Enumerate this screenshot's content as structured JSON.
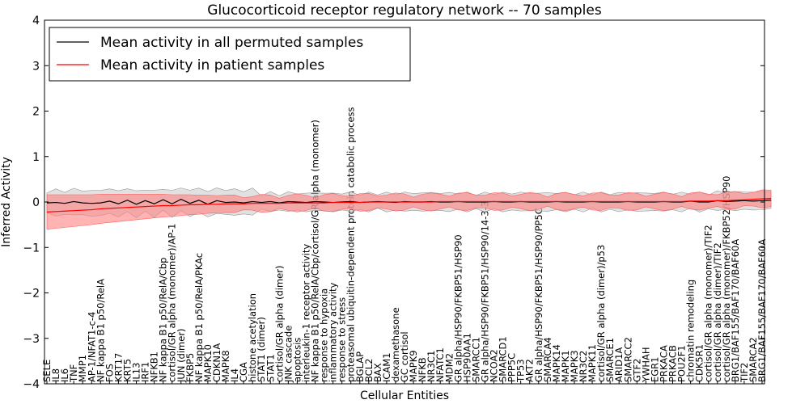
{
  "chart_data": {
    "type": "line",
    "title": "Glucocorticoid receptor regulatory network -- 70 samples",
    "xlabel": "Cellular Entities",
    "ylabel": "Inferred Activity",
    "ylim": [
      -4,
      4
    ],
    "yticks": [
      -4,
      -3,
      -2,
      -1,
      0,
      1,
      2,
      3,
      4
    ],
    "grid": false,
    "legend_position": "top-left",
    "colors": {
      "permuted": "#000000",
      "patient": "#ff0000",
      "permuted_band": "#c8c8c8",
      "patient_band": "#ff8080"
    },
    "categories": [
      "SELE",
      "IL8",
      "IL6",
      "TNF",
      "MMP1",
      "AP-1/NFAT1-c-4",
      "NF kappa B1 p50/RelA",
      "FOS",
      "KRT17",
      "KRT5",
      "IL13",
      "IRF1",
      "NFKB1",
      "NF kappa B1 p50/RelA/Cbp",
      "cortisol/GR alpha (monomer)/AP-1",
      "JUN (dimer)",
      "FKBP5",
      "NF kappa B1 p50/RelA/PKAc",
      "MAPK10",
      "CDKN1A",
      "MAPK8",
      "IL4",
      "CGA",
      "histone acetylation",
      "STAT1 (dimer)",
      "STAT1",
      "cortisol/GR alpha (dimer)",
      "JNK cascade",
      "apoptosis",
      "interleukin-1 receptor activity",
      "NF kappa B1 p50/RelA/Cbp/cortisol/GR alpha (monomer)",
      "response to hypoxia",
      "inflammatory activity",
      "response to stress",
      "proteasomal ubiquitin-dependent protein catabolic process",
      "BGLAP",
      "BCL2",
      "BAX",
      "ICAM1",
      "dexamethasone",
      "GC cortisol",
      "MAPK9",
      "NFKB",
      "NR3C1",
      "NFATC1",
      "MDM2",
      "GR alpha/HSP90/FKBP51/HSP90",
      "HSP90AA1",
      "SMARCC1",
      "GR alpha/HSP90/FKBP51/HSP90/14-3-3",
      "NCOA2",
      "SMARCD1",
      "PPP5C",
      "TP53",
      "AKT2",
      "GR alpha/HSP90/FKBP51/HSP90/PP5C",
      "SMARCA4",
      "MAPK14",
      "MAPK1",
      "MAPK3",
      "NR3C2",
      "MAPK11",
      "cortisol/GR alpha (dimer)/p53",
      "SMARCE1",
      "ARID1A",
      "SMARCC2",
      "GTF2",
      "YWHAH",
      "EGR1",
      "PRKACA",
      "PRKACB",
      "POU2F1",
      "chromatin remodeling",
      "CDK5R1",
      "cortisol/GR alpha (monomer)/TIF2",
      "cortisol/GR alpha (dimer)/TIF2",
      "cortisol/GR alpha (monomer)/FKBP52/HSP90",
      "BRG1/BAF155/BAF170/BAF60A",
      "TIF2",
      "SMARCA2",
      "BRG1/BAF155/BAF170/BAF60A"
    ],
    "series": [
      {
        "name": "Mean activity in all permuted samples",
        "values": [
          -0.02,
          -0.01,
          -0.03,
          0.01,
          -0.02,
          -0.03,
          -0.02,
          0.02,
          -0.04,
          0.04,
          -0.05,
          0.03,
          -0.04,
          0.05,
          -0.04,
          0.06,
          -0.03,
          0.04,
          -0.05,
          0.03,
          -0.01,
          0.0,
          -0.02,
          0.01,
          -0.01,
          0.01,
          -0.02,
          0.01,
          0.0,
          -0.01,
          0.01,
          0.0,
          -0.01,
          0.0,
          0.01,
          -0.01,
          0.0,
          0.01,
          0.0,
          -0.01,
          0.01,
          0.0,
          0.0,
          0.01,
          0.0,
          0.0,
          0.01,
          0.0,
          0.0,
          0.0,
          0.01,
          0.0,
          0.0,
          0.01,
          0.0,
          0.0,
          0.0,
          0.01,
          0.0,
          0.0,
          0.0,
          0.01,
          0.0,
          0.0,
          0.0,
          0.01,
          0.0,
          0.0,
          0.0,
          0.01,
          0.0,
          0.0,
          0.02,
          0.0,
          0.0,
          0.03,
          0.01,
          0.02,
          0.03,
          0.02,
          0.03,
          0.04
        ]
      },
      {
        "name": "Mean activity in patient samples",
        "values": [
          -0.22,
          -0.21,
          -0.2,
          -0.19,
          -0.18,
          -0.17,
          -0.15,
          -0.14,
          -0.13,
          -0.12,
          -0.11,
          -0.1,
          -0.09,
          -0.08,
          -0.08,
          -0.07,
          -0.06,
          -0.06,
          -0.05,
          -0.05,
          -0.04,
          -0.04,
          -0.04,
          -0.03,
          -0.03,
          -0.03,
          -0.03,
          -0.02,
          -0.02,
          -0.02,
          -0.02,
          -0.02,
          -0.01,
          -0.01,
          -0.01,
          -0.01,
          0.0,
          0.0,
          0.0,
          0.0,
          0.0,
          0.0,
          0.0,
          0.0,
          0.01,
          0.01,
          0.01,
          0.01,
          0.01,
          0.01,
          0.01,
          0.01,
          0.01,
          0.01,
          0.01,
          0.01,
          0.01,
          0.01,
          0.01,
          0.01,
          0.01,
          0.01,
          0.01,
          0.01,
          0.01,
          0.01,
          0.01,
          0.01,
          0.01,
          0.01,
          0.01,
          0.01,
          0.02,
          0.02,
          0.02,
          0.03,
          0.03,
          0.04,
          0.05,
          0.06,
          0.07,
          0.08
        ]
      }
    ]
  }
}
